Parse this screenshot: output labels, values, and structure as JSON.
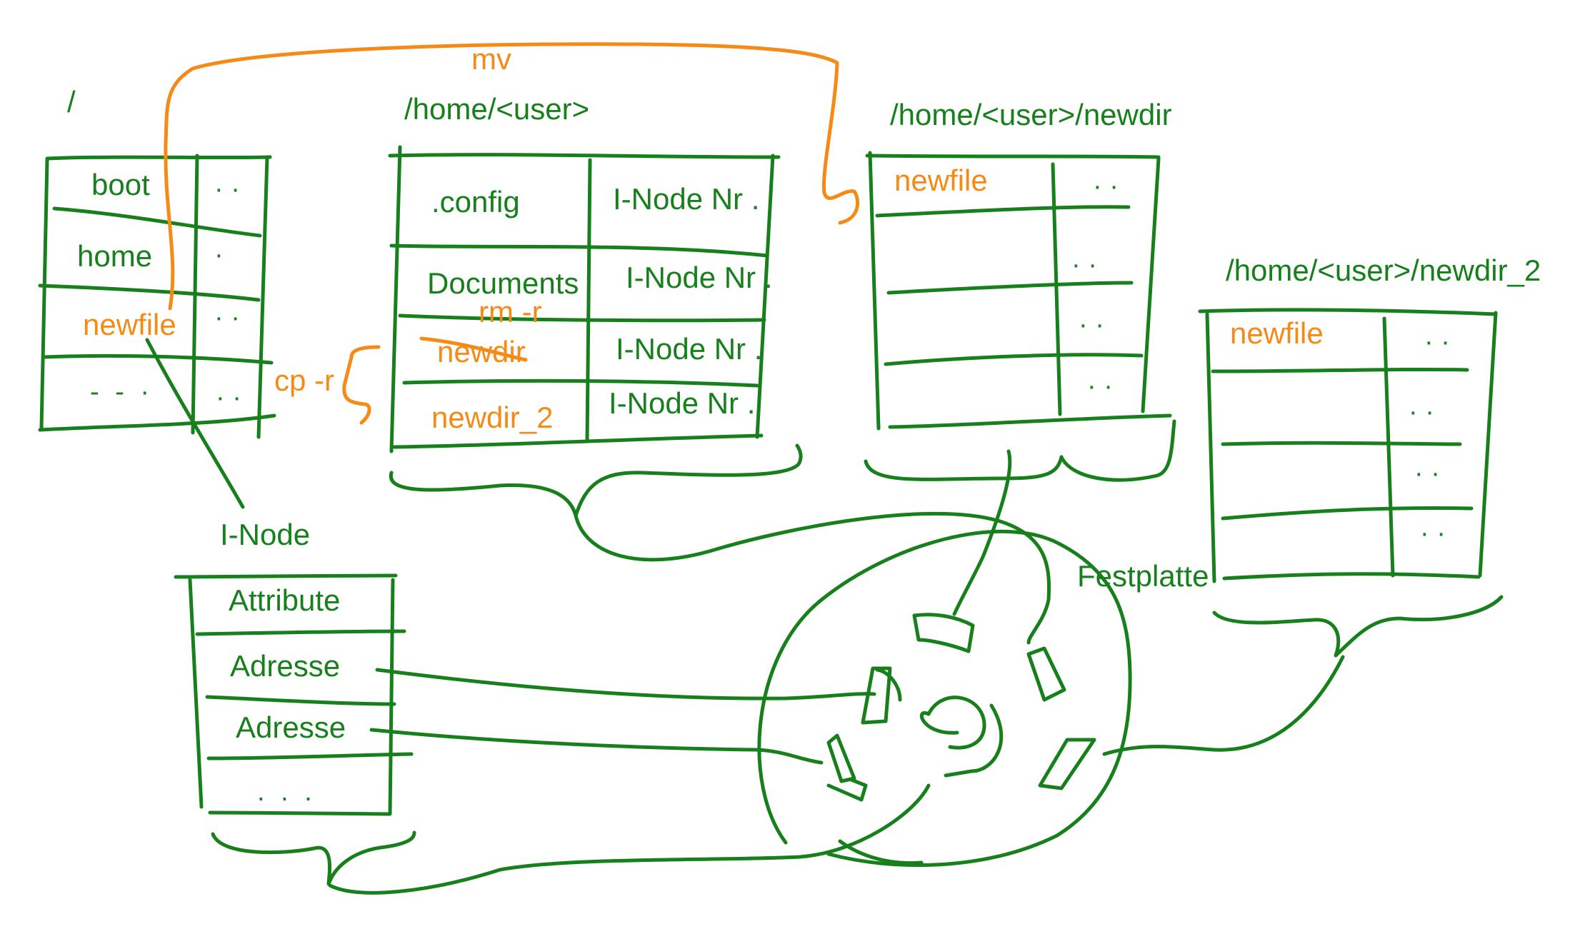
{
  "colors": {
    "ink_green": "#17801c",
    "ink_orange": "#f58a16",
    "background": "#ffffff"
  },
  "root_dir": {
    "title": "/",
    "entries": [
      {
        "name": "boot",
        "ref": "· ·"
      },
      {
        "name": "home",
        "ref": "·"
      },
      {
        "name": "newfile",
        "ref": "· ·"
      },
      {
        "name": "- - ·",
        "ref": "· ·"
      }
    ]
  },
  "home_dir": {
    "title": "/home/<user>",
    "entries": [
      {
        "name": ".config",
        "ref": "I-Node Nr ."
      },
      {
        "name": "Documents",
        "ref": "I-Node Nr ."
      },
      {
        "name": "newdir",
        "ref": "I-Node Nr ."
      },
      {
        "name": "newdir_2",
        "ref": "I-Node Nr ."
      }
    ]
  },
  "newdir": {
    "title": "/home/<user>/newdir",
    "entry": "newfile",
    "refs": [
      "· ·",
      "· ·",
      "· ·",
      "· ·"
    ]
  },
  "newdir_2": {
    "title": "/home/<user>/newdir_2",
    "entry": "newfile",
    "refs": [
      "· ·",
      "· ·",
      "· ·",
      "· ·"
    ]
  },
  "inode": {
    "label": "I-Node",
    "fields": [
      "Attribute",
      "Adresse",
      "Adresse",
      ". . ."
    ]
  },
  "commands": {
    "mv": "mv",
    "cp": "cp -r",
    "rm": "rm -r"
  },
  "disk": {
    "label": "Festplatte"
  }
}
